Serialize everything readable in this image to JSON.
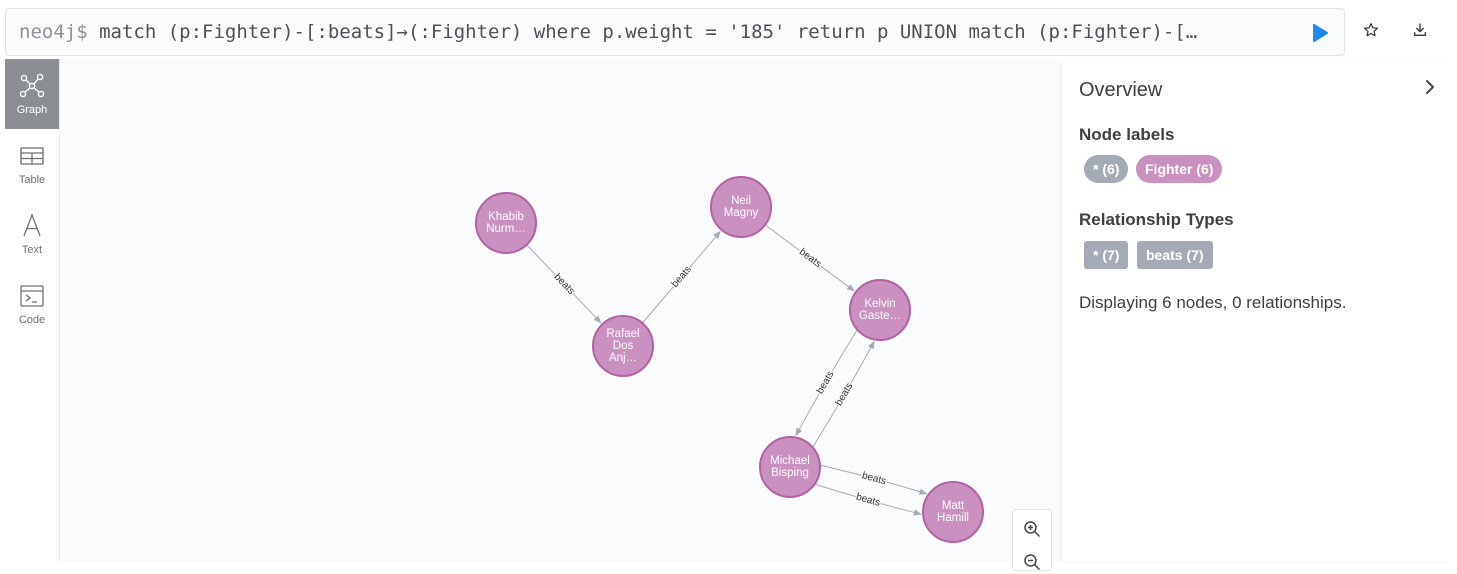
{
  "editor": {
    "prompt": "neo4j$",
    "query": "match (p:Fighter)-[:beats]→(:Fighter) where p.weight = '185' return p UNION match (p:Fighter)-[…"
  },
  "icons": {
    "run": "play-icon",
    "favorite": "star-icon",
    "download": "download-icon",
    "zoom_in": "zoom-in-icon",
    "zoom_out": "zoom-out-icon",
    "collapse": "chevron-right-icon"
  },
  "sidebar": {
    "items": [
      {
        "label": "Graph",
        "icon": "graph-icon",
        "active": true
      },
      {
        "label": "Table",
        "icon": "table-icon",
        "active": false
      },
      {
        "label": "Text",
        "icon": "text-icon",
        "active": false
      },
      {
        "label": "Code",
        "icon": "code-icon",
        "active": false
      }
    ]
  },
  "graph": {
    "nodes": [
      {
        "id": "khabib",
        "lines": [
          "Khabib",
          "Nurm…"
        ]
      },
      {
        "id": "rafael",
        "lines": [
          "Rafael",
          "Dos",
          "Anj…"
        ]
      },
      {
        "id": "neil",
        "lines": [
          "Neil",
          "Magny"
        ]
      },
      {
        "id": "kelvin",
        "lines": [
          "Kelvin",
          "Gaste…"
        ]
      },
      {
        "id": "michael",
        "lines": [
          "Michael",
          "Bisping"
        ]
      },
      {
        "id": "matt",
        "lines": [
          "Matt",
          "Hamill"
        ]
      }
    ],
    "edges": [
      {
        "from": "khabib",
        "to": "rafael",
        "label": "beats"
      },
      {
        "from": "rafael",
        "to": "neil",
        "label": "beats"
      },
      {
        "from": "neil",
        "to": "kelvin",
        "label": "beats"
      },
      {
        "from": "kelvin",
        "to": "michael",
        "label": "beats"
      },
      {
        "from": "michael",
        "to": "kelvin",
        "label": "beats"
      },
      {
        "from": "michael",
        "to": "matt",
        "label": "beats"
      },
      {
        "from": "michael",
        "to": "matt",
        "label": "beats"
      }
    ],
    "colors": {
      "node_fill": "#c990c0",
      "node_stroke": "#b261a5",
      "edge": "#a5abb6"
    }
  },
  "overview": {
    "title": "Overview",
    "node_labels_heading": "Node labels",
    "node_labels": [
      {
        "text": "* (6)",
        "color": "#a5abb6"
      },
      {
        "text": "Fighter (6)",
        "color": "#c990c0"
      }
    ],
    "relationship_types_heading": "Relationship Types",
    "relationship_types": [
      {
        "text": "* (7)",
        "color": "#a5abb6"
      },
      {
        "text": "beats (7)",
        "color": "#a5abb6"
      }
    ],
    "summary": "Displaying 6 nodes, 0 relationships."
  }
}
